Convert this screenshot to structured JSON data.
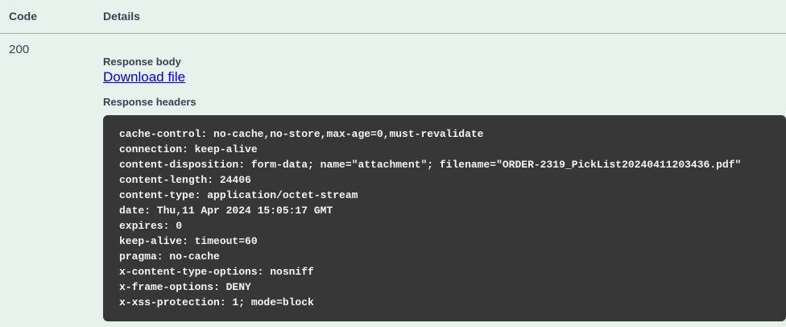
{
  "table": {
    "columns": {
      "code": "Code",
      "details": "Details"
    },
    "rows": [
      {
        "code": "200",
        "response_body_label": "Response body",
        "download_link_label": "Download file",
        "response_headers_label": "Response headers",
        "response_headers": "cache-control: no-cache,no-store,max-age=0,must-revalidate\nconnection: keep-alive\ncontent-disposition: form-data; name=\"attachment\"; filename=\"ORDER-2319_PickList20240411203436.pdf\"\ncontent-length: 24406\ncontent-type: application/octet-stream\ndate: Thu,11 Apr 2024 15:05:17 GMT\nexpires: 0\nkeep-alive: timeout=60\npragma: no-cache\nx-content-type-options: nosniff\nx-frame-options: DENY\nx-xss-protection: 1; mode=block"
      }
    ]
  },
  "colors": {
    "page_background": "#e7f2ec",
    "code_block_background": "#373737",
    "code_block_text": "#f0f5f2",
    "link": "#0000ee",
    "text": "#3b4151",
    "divider": "#9fb6ad"
  }
}
